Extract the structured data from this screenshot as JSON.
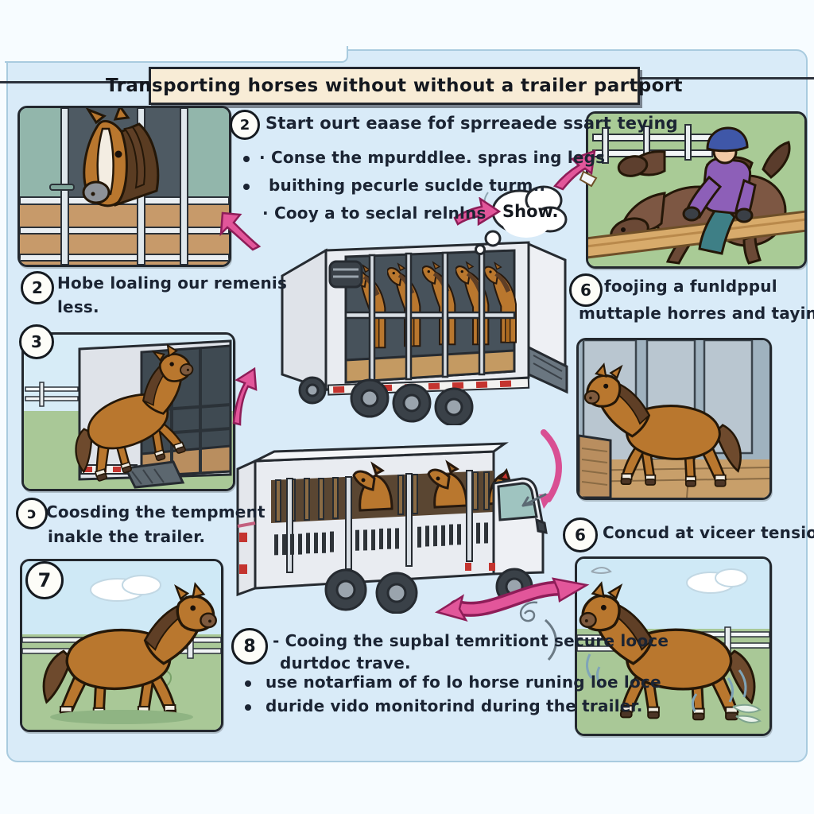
{
  "title": {
    "text": "Transporting horses without without a trailer partport"
  },
  "notes": {
    "top": {
      "badge": "2",
      "heading": "Start ourt eaase fof sprreaede ssart teying",
      "bullets": [
        "· Conse the mpurddlee. spras ing legs",
        "buithing pecurle suclde turm..",
        "· Cooy a to seclal relnlns"
      ]
    },
    "left1": {
      "badge": "2",
      "lines": [
        "Hobe loaling our remenis",
        "less."
      ]
    },
    "right1": {
      "badge": "6",
      "lines": [
        "foojing a funldppul",
        "muttaple horres and  taying"
      ]
    },
    "left2": {
      "badge": "ɔ",
      "lines": [
        "Coosding the tempment",
        "inakle the trailer."
      ]
    },
    "right2": {
      "badge": "6",
      "text": "Concud at viceer tensions"
    },
    "bottom": {
      "badge": "8",
      "heading_lines": [
        "- Cooing the supbal temritiont secure looce",
        "durtdoc trave."
      ],
      "bullets": [
        "use notarfiam  of fo lo horse runing loe loce",
        "duride vido monitorind during the trailer."
      ]
    }
  },
  "bubble": {
    "text": "Show."
  },
  "panels": {
    "loading_badge": "3",
    "trot_badge": "7"
  },
  "colors": {
    "page_bg": "#d9ebf8",
    "banner_bg": "#f8ecd6",
    "ink": "#1b2433",
    "arrow_pink": "#e2569a",
    "horse_brown": "#b9772e",
    "dark_horse_brown": "#7d5743",
    "mane_brown": "#5f3f26",
    "field_green": "#a9c897",
    "sky_blue": "#cfe9f6",
    "stable_teal": "#92b6ab",
    "trailer_gray": "#e9ecf1",
    "rider_purple": "#8d5fb8",
    "helmet_blue": "#3f57a8",
    "beam_tan": "#d8ab6b"
  }
}
